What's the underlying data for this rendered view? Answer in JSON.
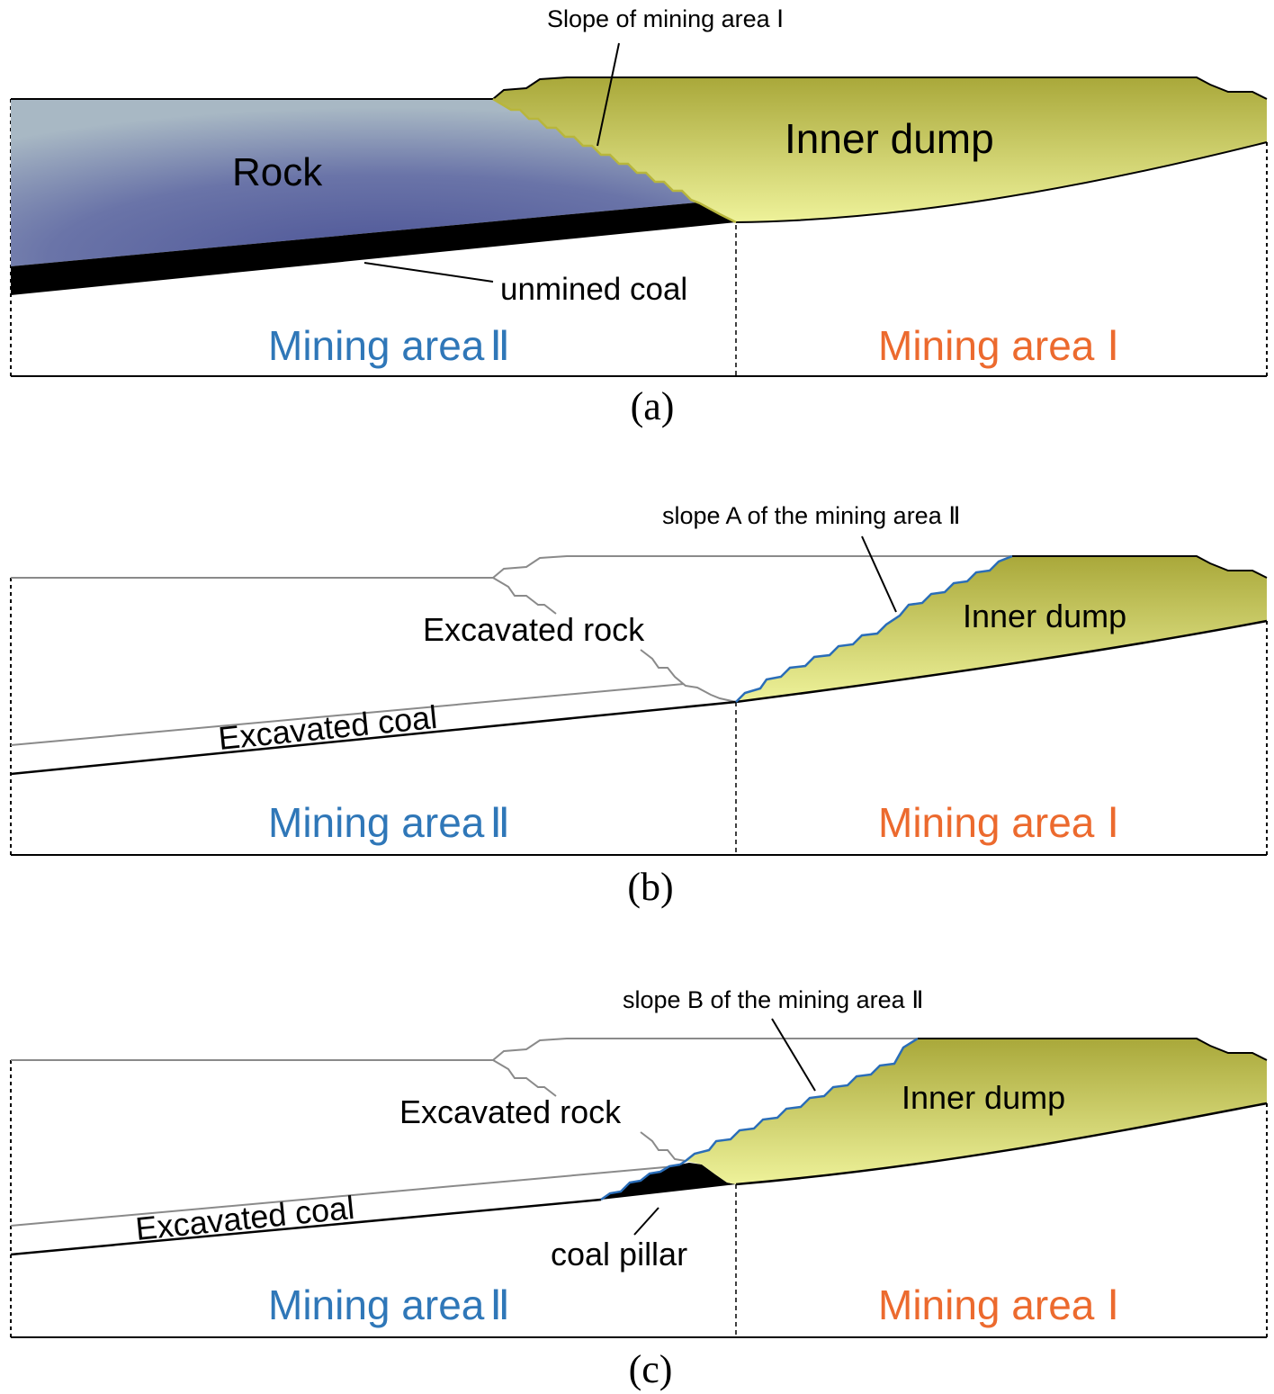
{
  "colors": {
    "mining_area_II": "#2f77b8",
    "mining_area_I": "#ec6a2e",
    "inner_dump_fill": "#d9dc7a",
    "rock_fill": "#5a64a0",
    "coal": "#000000",
    "slope_line_blue": "#2a6db8",
    "excavated_outline": "#8a8a8a"
  },
  "panels": [
    {
      "caption": "(a)",
      "labels": {
        "rock": "Rock",
        "inner_dump": "Inner dump",
        "unmined_coal": "unmined coal",
        "slope_annotation": "Slope of mining area Ⅰ",
        "mining_area_left": "Mining area",
        "mining_area_left_num": "Ⅱ",
        "mining_area_right": "Mining area",
        "mining_area_right_num": "Ⅰ"
      }
    },
    {
      "caption": "(b)",
      "labels": {
        "inner_dump": "Inner dump",
        "excavated_rock": "Excavated rock",
        "excavated_coal": "Excavated coal",
        "slope_annotation": "slope A of the mining area Ⅱ",
        "mining_area_left": "Mining area",
        "mining_area_left_num": "Ⅱ",
        "mining_area_right": "Mining area",
        "mining_area_right_num": "Ⅰ"
      }
    },
    {
      "caption": "(c)",
      "labels": {
        "inner_dump": "Inner dump",
        "excavated_rock": "Excavated rock",
        "excavated_coal": "Excavated coal",
        "coal_pillar": "coal pillar",
        "slope_annotation": "slope B of the mining area Ⅱ",
        "mining_area_left": "Mining area",
        "mining_area_left_num": "Ⅱ",
        "mining_area_right": "Mining area",
        "mining_area_right_num": "Ⅰ"
      }
    }
  ]
}
